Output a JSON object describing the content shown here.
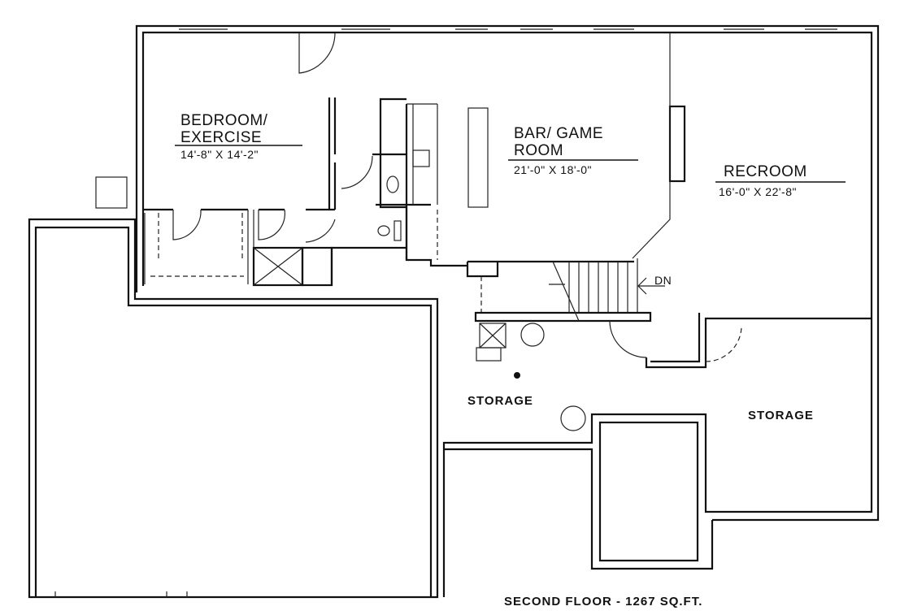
{
  "plan": {
    "title": "SECOND FLOOR - 1267 SQ.FT.",
    "rooms": [
      {
        "name_line1": "BEDROOM/",
        "name_line2": "EXERCISE",
        "dimensions": "14'-8\" X 14'-2\""
      },
      {
        "name_line1": "BAR/ GAME",
        "name_line2": "ROOM",
        "dimensions": "21'-0\" X 18'-0\""
      },
      {
        "name_line1": "RECROOM",
        "dimensions": "16'-0\" X 22'-8\""
      }
    ],
    "storage_left": "STORAGE",
    "storage_right": "STORAGE",
    "stair_label": "DN"
  },
  "colors": {
    "line": "#111111",
    "background": "#ffffff"
  }
}
